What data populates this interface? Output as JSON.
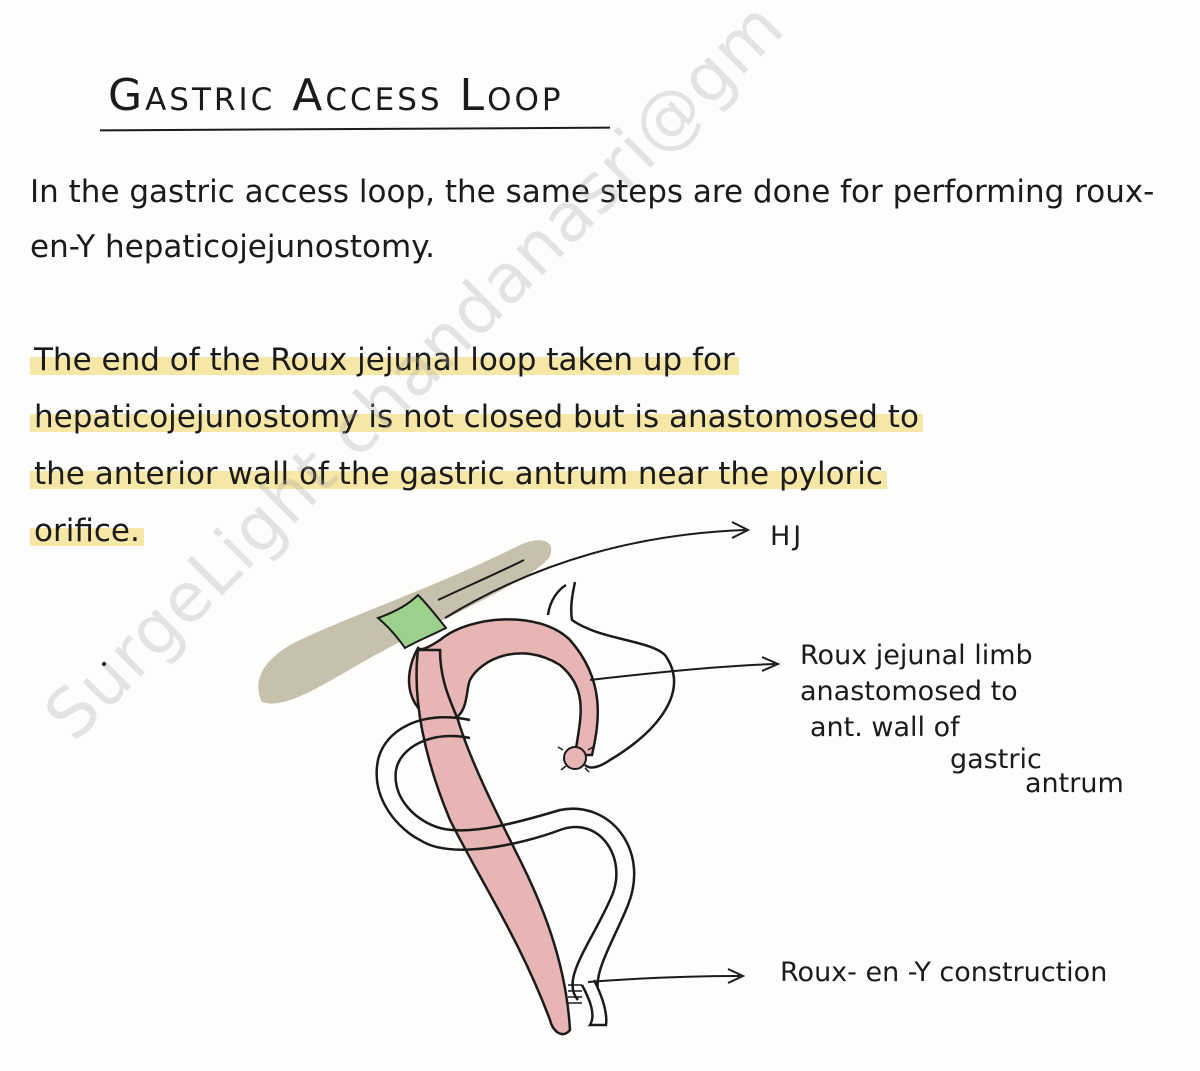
{
  "title": "Gastric Access Loop",
  "paragraph1": "In the gastric access loop, the same steps are done for performing roux-en-Y hepaticojejunostomy.",
  "paragraph2": {
    "line1": "The end of the Roux jejunal loop taken up for",
    "line2": "hepaticojejunostomy is not closed but is anastomosed to",
    "line3": "the anterior wall of the gastric antrum near the pyloric",
    "line4": "orifice."
  },
  "labels": {
    "hj": "HJ",
    "roux_limb": {
      "line1": "Roux jejunal limb",
      "line2": "anastomosed to",
      "line3": "ant. wall of",
      "line4": "gastric",
      "line5": "antrum"
    },
    "roux_en_y": "Roux- en -Y construction"
  },
  "watermark": "SurgeLight chandanasri@gm",
  "colors": {
    "highlight": "#f6e7a6",
    "jejunal_limb": "#e8b5b5",
    "liver": "#bdb59d",
    "anastomosis": "#9bd18a",
    "ink": "#1b1b1b"
  }
}
